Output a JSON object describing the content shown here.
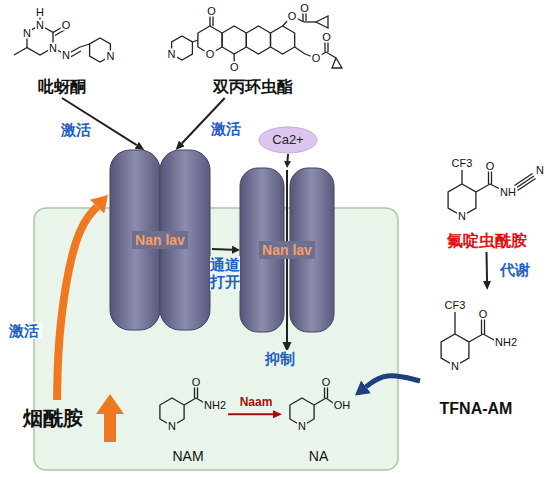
{
  "diagram": {
    "nodes": [
      {
        "text": [
          "吡蚜酮"
        ]
      },
      {
        "text": [
          "双丙环虫酯"
        ]
      },
      {
        "text": [
          "氟啶虫酰胺"
        ]
      },
      {
        "text": [
          "Nan lav"
        ]
      },
      {
        "text": [
          "Nan lav"
        ]
      },
      {
        "text": [
          "TFNA-AM"
        ]
      },
      {
        "text": [
          "烟酰胺"
        ]
      },
      {
        "text": [
          "NAM"
        ]
      },
      {
        "text": [
          "NA"
        ]
      },
      {
        "text": [
          "Ca2+"
        ]
      }
    ],
    "edges": [
      {
        "from": 0,
        "to": 3,
        "label": "激活",
        "arrow": "to"
      },
      {
        "from": 1,
        "to": 3,
        "label": "激活",
        "arrow": "to"
      },
      {
        "from": 3,
        "to": 4,
        "label": "通道 打开",
        "arrow": "to"
      },
      {
        "from": 2,
        "to": 5,
        "label": "代谢",
        "arrow": "to"
      },
      {
        "from": 5,
        "to": 8,
        "label": "抑制",
        "arrow": "to"
      },
      {
        "from": 6,
        "to": 3,
        "label": "激活",
        "arrow": "to"
      },
      {
        "from": 7,
        "to": 8,
        "label": "Naam",
        "arrow": "to"
      },
      {
        "from": 9,
        "to": 4,
        "arrow": "to"
      }
    ],
    "labels": [
      "H",
      "N",
      "O",
      "N",
      "N",
      "N",
      "N",
      "N",
      "O",
      "O",
      "O",
      "O",
      "O",
      "O",
      "O",
      "CF3",
      "O",
      "NH",
      "N",
      "N",
      "CF3",
      "O",
      "NH2",
      "N",
      "O",
      "NH2",
      "N",
      "O",
      "OH",
      "N"
    ]
  }
}
